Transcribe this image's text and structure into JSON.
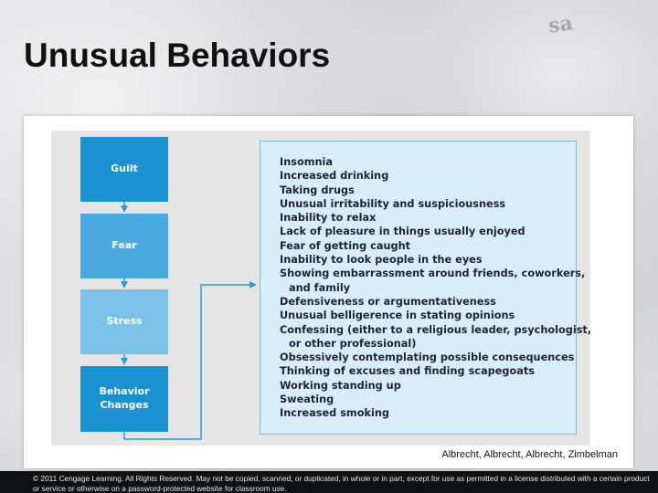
{
  "slide": {
    "title": "Unusual Behaviors",
    "credit": "Albrecht, Albrecht, Albrecht, Zimbelman",
    "copyright": "© 2011 Cengage Learning. All Rights Reserved. May not be copied, scanned, or duplicated, in whole or in part, except for use as permitted in a license distributed with a certain product or service or otherwise on a password-protected website for classroom use."
  },
  "diagram": {
    "stages": [
      {
        "label": "Guilt",
        "color": "#1a92d2"
      },
      {
        "label": "Fear",
        "color": "#4aaadf"
      },
      {
        "label": "Stress",
        "color": "#7bc2e9"
      },
      {
        "label_line1": "Behavior",
        "label_line2": "Changes",
        "color": "#1a92d2"
      }
    ],
    "arrow_color": "#2a9be0",
    "behaviors": [
      "Insomnia",
      "Increased drinking",
      "Taking drugs",
      "Unusual irritability and suspiciousness",
      "Inability to relax",
      "Lack of pleasure in things usually enjoyed",
      "Fear of getting caught",
      "Inability to look people in the eyes",
      {
        "line1": "Showing embarrassment around friends, coworkers,",
        "line2": "and family"
      },
      "Defensiveness or argumentativeness",
      "Unusual belligerence in stating opinions",
      {
        "line1": "Confessing (either to a religious leader, psychologist,",
        "line2": "or other professional)"
      },
      "Obsessively contemplating possible consequences",
      "Thinking of excuses and finding scapegoats",
      "Working standing up",
      "Sweating",
      "Increased smoking"
    ]
  }
}
